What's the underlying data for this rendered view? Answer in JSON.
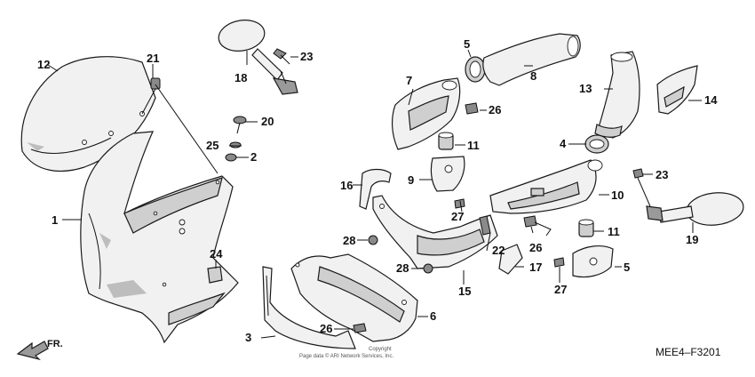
{
  "diagram_code": "MEE4–F3201",
  "front_indicator": "FR.",
  "copyright": {
    "line1": "Copyright",
    "line2": "Page data © ARI Network Services, Inc."
  },
  "callouts": [
    "1",
    "2",
    "3",
    "4",
    "5",
    "5",
    "6",
    "7",
    "8",
    "9",
    "10",
    "11",
    "11",
    "12",
    "13",
    "14",
    "15",
    "16",
    "17",
    "18",
    "19",
    "20",
    "21",
    "22",
    "23",
    "23",
    "24",
    "25",
    "26",
    "26",
    "26",
    "27",
    "27",
    "28",
    "28"
  ]
}
